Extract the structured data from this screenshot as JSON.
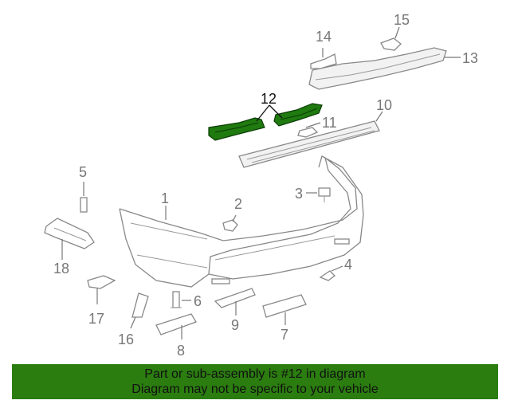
{
  "callouts": {
    "c1": "1",
    "c2": "2",
    "c3": "3",
    "c4": "4",
    "c5": "5",
    "c6": "6",
    "c7": "7",
    "c8": "8",
    "c9": "9",
    "c10": "10",
    "c11": "11",
    "c12": "12",
    "c13": "13",
    "c14": "14",
    "c15": "15",
    "c16": "16",
    "c17": "17",
    "c18": "18"
  },
  "highlight_color": "#1f7a0f",
  "banner": {
    "line1": "Part or sub-assembly is #12 in diagram",
    "line2": "Diagram may not be specific to your vehicle",
    "background": "#2b7d10"
  }
}
